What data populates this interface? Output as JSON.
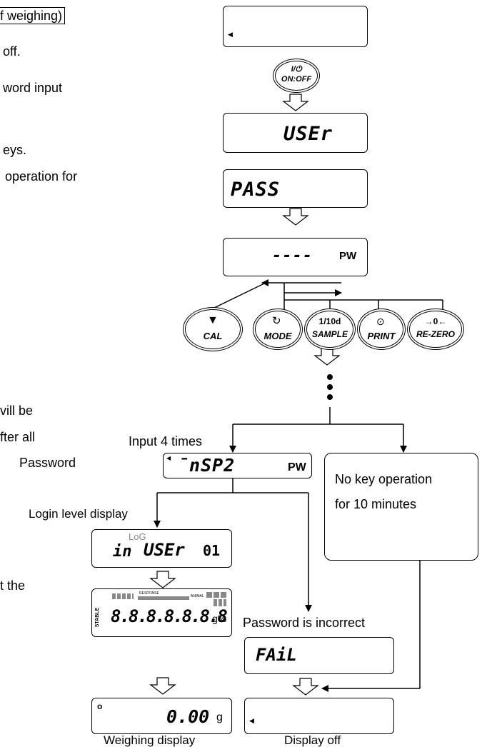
{
  "left_text": {
    "line1": "f weighing)",
    "line2": "off.",
    "line3": "word input",
    "line4": "eys.",
    "line5": "operation for",
    "line6": "vill be",
    "line7": "fter all",
    "line8": "Password",
    "line9": "t the"
  },
  "power_key": {
    "top": "I/⏻",
    "bottom": "ON:OFF"
  },
  "displays": {
    "user": "USEr",
    "pass": "PASS",
    "pw_dashes": "----",
    "pw_label": "PW",
    "msp2": "̄nSP2",
    "msp2_pw": "PW",
    "log_small": "LoG",
    "log_in": "in",
    "log_user": "USEr",
    "log_level": "01",
    "test_digits": "8.8.8.8.8.8.8",
    "test_unit": "g%",
    "test_side": "STABLE",
    "test_response": "RESPONSE",
    "test_animal": "ANIMAL",
    "weigh_value": "0.00",
    "weigh_unit": "g",
    "fail": "FAiL"
  },
  "keys": {
    "cal": "CAL",
    "mode": "MODE",
    "sample_top": "1/10d",
    "sample": "SAMPLE",
    "print": "PRINT",
    "rezero_top": "→0←",
    "rezero": "RE-ZERO"
  },
  "labels": {
    "input4": "Input 4 times",
    "no_key": "No key operation",
    "no_key2": "for 10 minutes",
    "login_level": "Login level display",
    "pw_incorrect": "Password is incorrect",
    "weighing_display": "Weighing display",
    "display_off": "Display off"
  }
}
